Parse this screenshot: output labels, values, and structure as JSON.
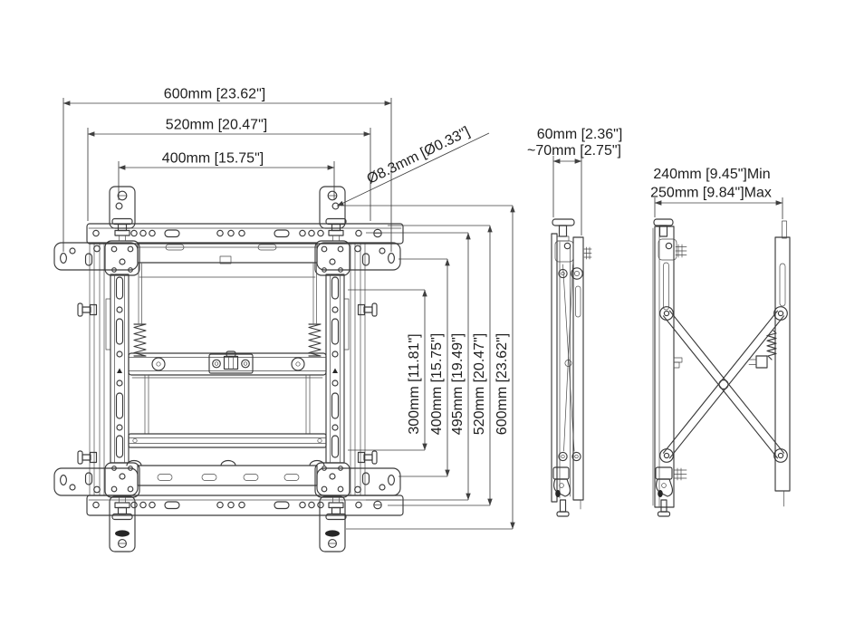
{
  "colors": {
    "background": "#ffffff",
    "line": "#3a3a3a",
    "dimension_line": "#3f3f3f",
    "text": "#1e1e1e"
  },
  "front_view": {
    "width_dims": [
      {
        "label": "600mm [23.62\"]"
      },
      {
        "label": "520mm [20.47\"]"
      },
      {
        "label": "400mm [15.75\"]"
      }
    ],
    "height_dims": [
      {
        "label": "300mm [11.81\"]"
      },
      {
        "label": "400mm [15.75\"]"
      },
      {
        "label": "495mm [19.49\"]"
      },
      {
        "label": "520mm [20.47\"]"
      },
      {
        "label": "600mm [23.62\"]"
      }
    ],
    "hole_diameter": {
      "label": "Ø8.3mm [Ø0.33\"]"
    }
  },
  "side_view_collapsed": {
    "depth_dims": [
      {
        "label": "60mm [2.36\"]"
      },
      {
        "label": "~70mm [2.75\"]"
      }
    ]
  },
  "side_view_extended": {
    "depth_dims": [
      {
        "label": "240mm [9.45\"]Min"
      },
      {
        "label": "250mm [9.84\"]Max"
      }
    ]
  }
}
